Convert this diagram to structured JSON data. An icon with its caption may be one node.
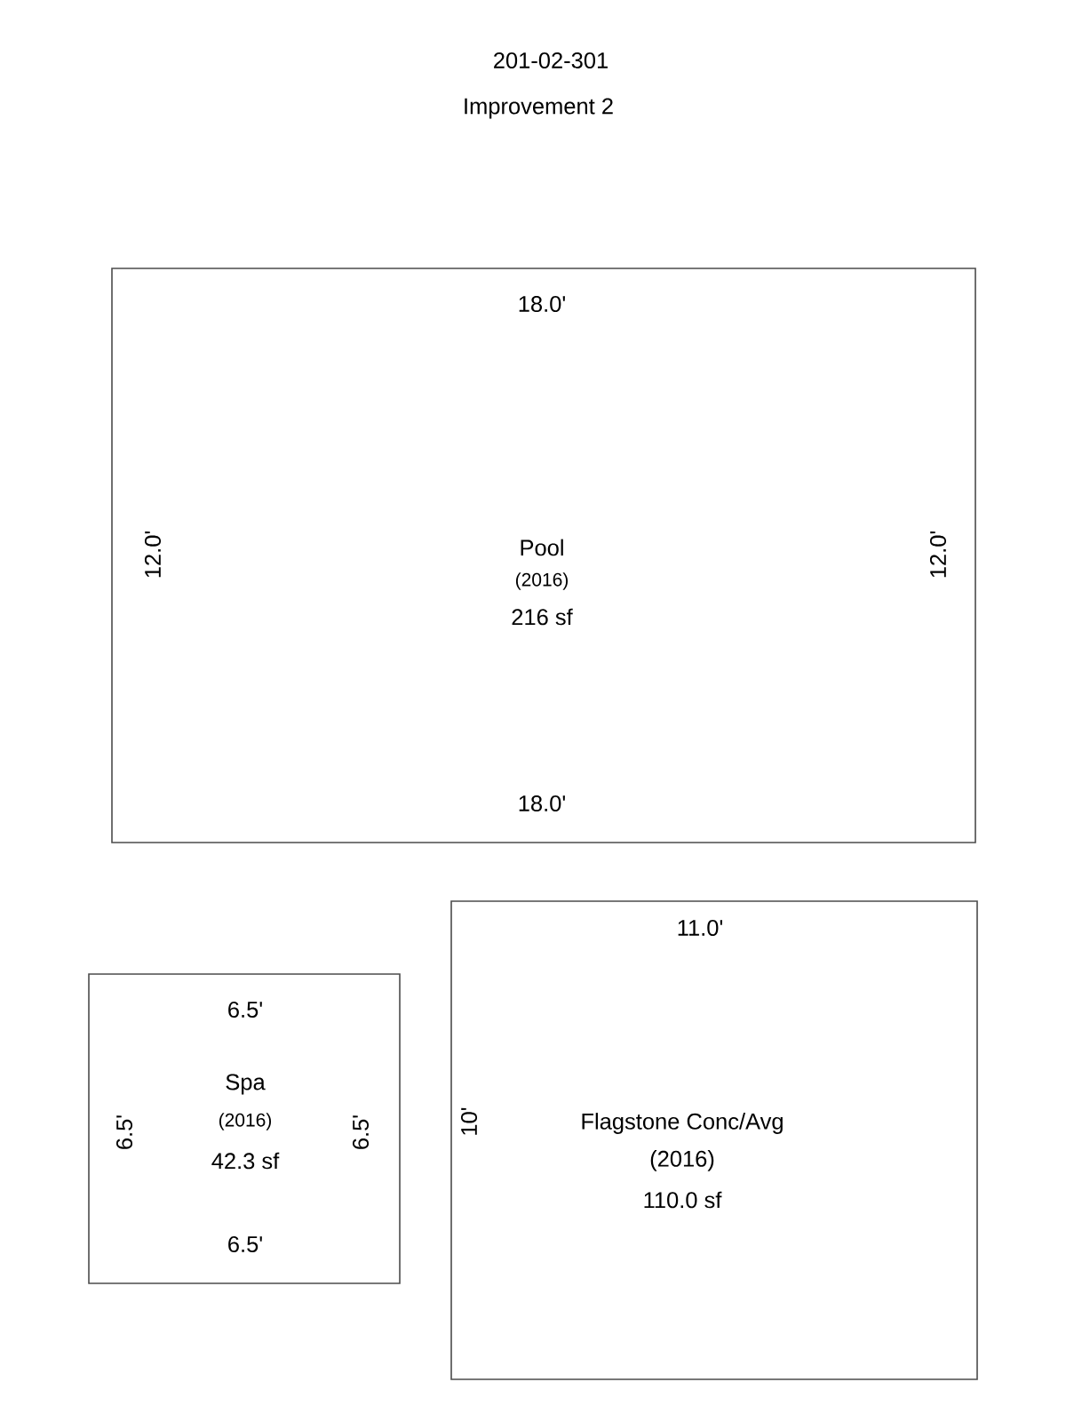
{
  "diagram": {
    "title": "201-02-301",
    "labels": [
      "Improvement 2"
    ],
    "nodes": [
      {
        "text": [
          "Pool",
          "(2016)",
          "216 sf",
          "18.0'",
          "12.0'",
          "12.0'",
          "18.0'"
        ]
      },
      {
        "text": [
          "Spa",
          "(2016)",
          "42.3 sf",
          "6.5'",
          "6.5'",
          "6.5'",
          "6.5'"
        ]
      },
      {
        "text": [
          "Flagstone Conc/Avg",
          "(2016)",
          "110.0 sf",
          "11.0'",
          "10'"
        ]
      }
    ]
  }
}
